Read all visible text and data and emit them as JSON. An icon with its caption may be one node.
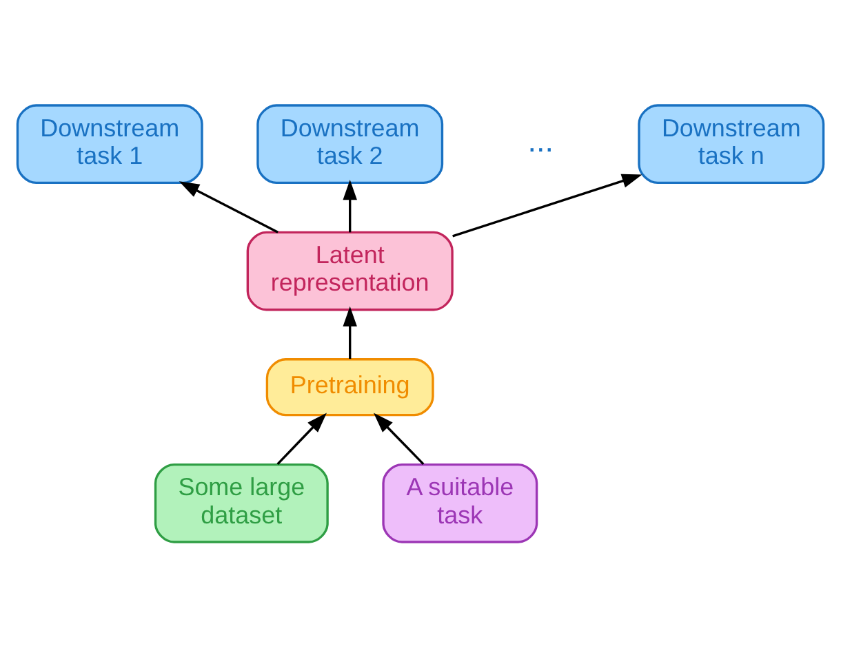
{
  "diagram": {
    "nodes": [
      {
        "text": [
          "Downstream task 1"
        ]
      },
      {
        "text": [
          "Downstream task 2"
        ]
      },
      {
        "text": [
          "Downstream task n"
        ]
      },
      {
        "text": [
          "Latent representation"
        ]
      },
      {
        "text": [
          "Pretraining"
        ]
      },
      {
        "text": [
          "Some large dataset"
        ]
      },
      {
        "text": [
          "A suitable task"
        ]
      }
    ],
    "edges": [
      {
        "from": 3,
        "to": 0,
        "arrow": "to"
      },
      {
        "from": 3,
        "to": 1,
        "arrow": "to"
      },
      {
        "from": 3,
        "to": 2,
        "arrow": "to"
      },
      {
        "from": 4,
        "to": 3,
        "arrow": "to"
      },
      {
        "from": 5,
        "to": 4,
        "arrow": "to"
      },
      {
        "from": 6,
        "to": 4,
        "arrow": "to"
      }
    ],
    "labels": [
      "..."
    ]
  }
}
